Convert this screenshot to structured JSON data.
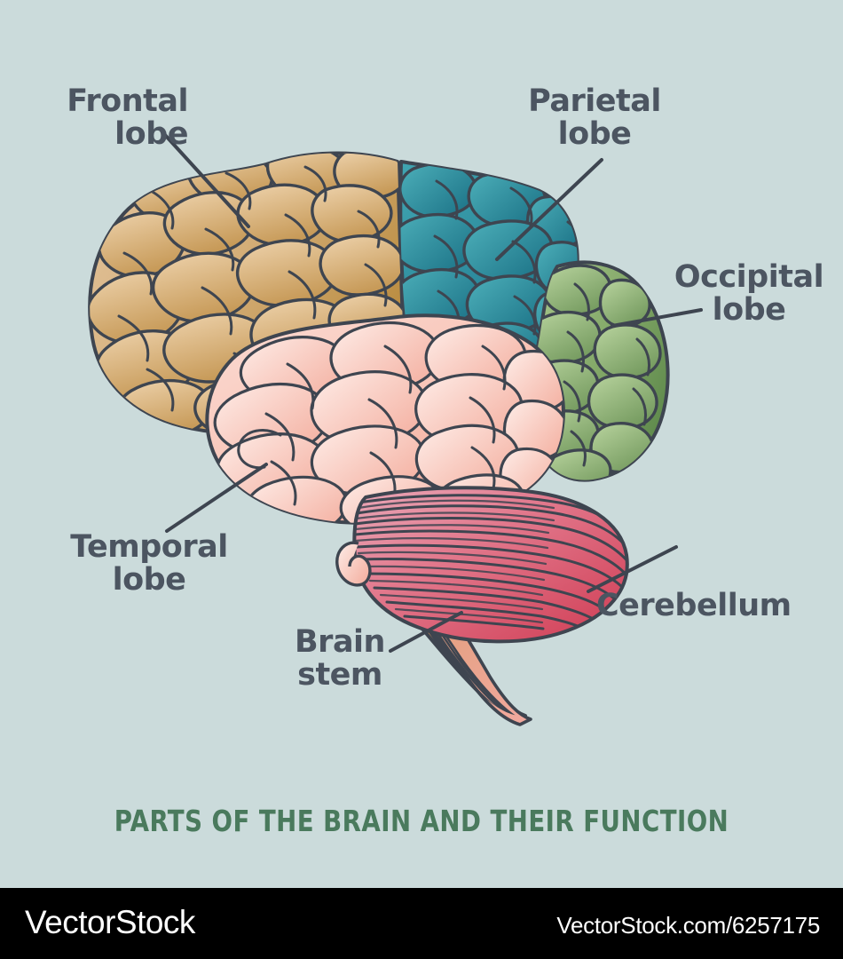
{
  "background_color": "#cbdbdb",
  "title": "PARTS OF THE BRAIN AND THEIR FUNCTION",
  "title_color": "#4a7a5d",
  "label_color": "#4c5561",
  "labels": [
    {
      "id": "frontal",
      "text": "Frontal\nlobe",
      "align": "right"
    },
    {
      "id": "parietal",
      "text": "Parietal\nlobe",
      "align": "center"
    },
    {
      "id": "occipital",
      "text": "Occipital\nlobe",
      "align": "center"
    },
    {
      "id": "temporal",
      "text": "Temporal\nlobe",
      "align": "center"
    },
    {
      "id": "brainstem",
      "text": "Brain\nstem",
      "align": "center"
    },
    {
      "id": "cerebellum",
      "text": "Cerebellum",
      "align": "left"
    }
  ],
  "regions": [
    {
      "id": "frontal-lobe",
      "name": "Frontal lobe",
      "color": "#c79a58",
      "color_light": "#e6c69a"
    },
    {
      "id": "parietal-lobe",
      "name": "Parietal lobe",
      "color": "#1d7488",
      "color_light": "#3fa0ad"
    },
    {
      "id": "occipital-lobe",
      "name": "Occipital lobe",
      "color": "#6d9458",
      "color_light": "#a9c78d"
    },
    {
      "id": "temporal-lobe",
      "name": "Temporal lobe",
      "color": "#f0a08f",
      "color_light": "#fbdcd4"
    },
    {
      "id": "cerebellum",
      "name": "Cerebellum",
      "color": "#d8485a",
      "color_light": "#efa8b4"
    },
    {
      "id": "brain-stem",
      "name": "Brain stem",
      "color": "#b07a3c",
      "color_light": "#f0a79d"
    }
  ],
  "outline_color": "#3e4550",
  "watermark": {
    "brand": "VectorStock",
    "url": "VectorStock.com/6257175",
    "bar_color": "#000000",
    "text_color": "#ffffff"
  }
}
